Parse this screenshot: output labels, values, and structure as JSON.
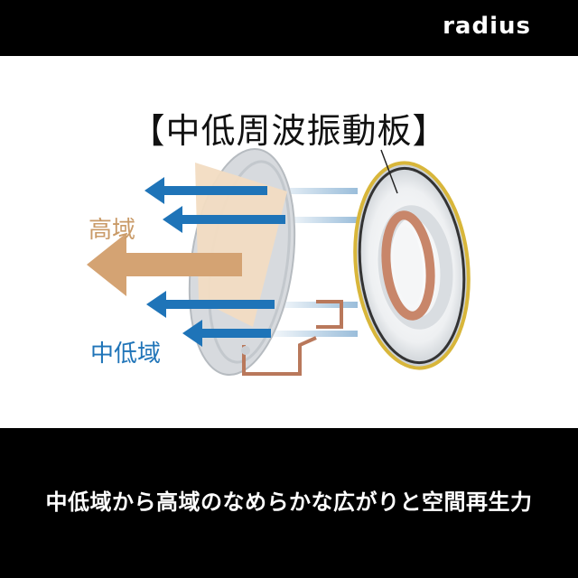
{
  "brand": {
    "logo_text": "radius"
  },
  "diagram": {
    "title": "【中低周波振動板】",
    "label_high": "高域",
    "label_low": "中低域"
  },
  "caption": "中低域から高域のなめらかな広がりと空間再生力",
  "colors": {
    "background": "#000000",
    "panel": "#ffffff",
    "arrow_blue": "#1f74b8",
    "arrow_tan": "#d4a373",
    "driver_rim": "#d8b63a",
    "coil": "#c8866a"
  }
}
